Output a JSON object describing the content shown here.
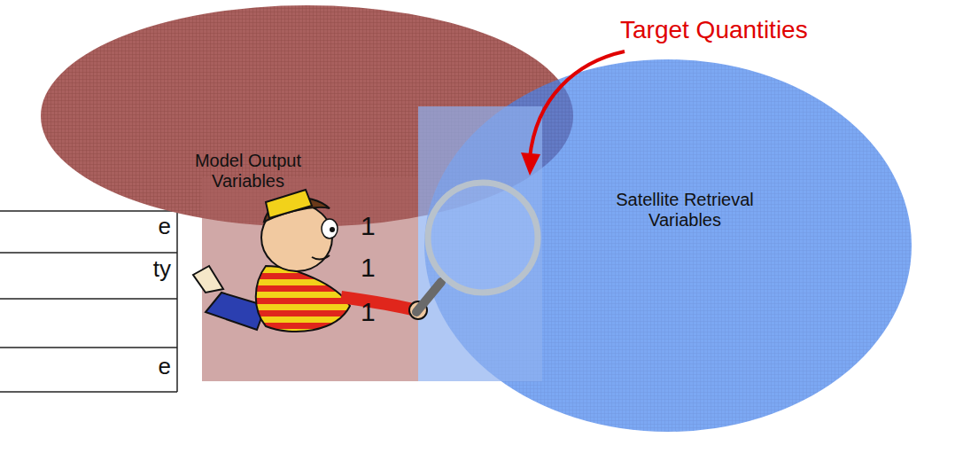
{
  "diagram": {
    "nodes": [
      {
        "text": [
          "Model Output Variables"
        ]
      },
      {
        "text": [
          "Satellite Retrieval Variables"
        ]
      }
    ],
    "labels": [
      "Target Quantities",
      "e",
      "ty",
      "e",
      "1",
      "1",
      "1"
    ]
  }
}
